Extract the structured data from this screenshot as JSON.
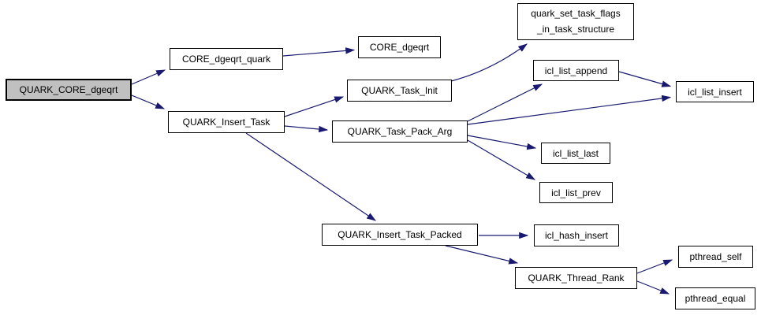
{
  "diagram": {
    "type": "call-graph",
    "background": "#ffffff",
    "colors": {
      "edge": "#191970",
      "node_border": "#000000",
      "node_fill": "#ffffff",
      "root_fill": "#c0c0c0",
      "text": "#000000"
    },
    "nodes": [
      {
        "id": "QUARK_CORE_dgeqrt",
        "label": "QUARK_CORE_dgeqrt",
        "root": true
      },
      {
        "id": "CORE_dgeqrt_quark",
        "label": "CORE_dgeqrt_quark",
        "root": false
      },
      {
        "id": "QUARK_Insert_Task",
        "label": "QUARK_Insert_Task",
        "root": false
      },
      {
        "id": "CORE_dgeqrt",
        "label": "CORE_dgeqrt",
        "root": false
      },
      {
        "id": "QUARK_Task_Init",
        "label": "QUARK_Task_Init",
        "root": false
      },
      {
        "id": "QUARK_Task_Pack_Arg",
        "label": "QUARK_Task_Pack_Arg",
        "root": false
      },
      {
        "id": "quark_set_task_flags_in_task_structure",
        "label": "quark_set_task_flags\n_in_task_structure",
        "root": false
      },
      {
        "id": "icl_list_append",
        "label": "icl_list_append",
        "root": false
      },
      {
        "id": "icl_list_insert",
        "label": "icl_list_insert",
        "root": false
      },
      {
        "id": "icl_list_last",
        "label": "icl_list_last",
        "root": false
      },
      {
        "id": "icl_list_prev",
        "label": "icl_list_prev",
        "root": false
      },
      {
        "id": "QUARK_Insert_Task_Packed",
        "label": "QUARK_Insert_Task_Packed",
        "root": false
      },
      {
        "id": "icl_hash_insert",
        "label": "icl_hash_insert",
        "root": false
      },
      {
        "id": "QUARK_Thread_Rank",
        "label": "QUARK_Thread_Rank",
        "root": false
      },
      {
        "id": "pthread_self",
        "label": "pthread_self",
        "root": false
      },
      {
        "id": "pthread_equal",
        "label": "pthread_equal",
        "root": false
      }
    ],
    "edges": [
      {
        "from": "QUARK_CORE_dgeqrt",
        "to": "CORE_dgeqrt_quark"
      },
      {
        "from": "QUARK_CORE_dgeqrt",
        "to": "QUARK_Insert_Task"
      },
      {
        "from": "CORE_dgeqrt_quark",
        "to": "CORE_dgeqrt"
      },
      {
        "from": "QUARK_Insert_Task",
        "to": "QUARK_Task_Init"
      },
      {
        "from": "QUARK_Insert_Task",
        "to": "QUARK_Task_Pack_Arg"
      },
      {
        "from": "QUARK_Insert_Task",
        "to": "QUARK_Insert_Task_Packed"
      },
      {
        "from": "QUARK_Task_Init",
        "to": "quark_set_task_flags_in_task_structure"
      },
      {
        "from": "QUARK_Task_Pack_Arg",
        "to": "icl_list_append"
      },
      {
        "from": "QUARK_Task_Pack_Arg",
        "to": "icl_list_insert"
      },
      {
        "from": "QUARK_Task_Pack_Arg",
        "to": "icl_list_last"
      },
      {
        "from": "QUARK_Task_Pack_Arg",
        "to": "icl_list_prev"
      },
      {
        "from": "icl_list_append",
        "to": "icl_list_insert"
      },
      {
        "from": "QUARK_Insert_Task_Packed",
        "to": "icl_hash_insert"
      },
      {
        "from": "QUARK_Insert_Task_Packed",
        "to": "QUARK_Thread_Rank"
      },
      {
        "from": "QUARK_Thread_Rank",
        "to": "pthread_self"
      },
      {
        "from": "QUARK_Thread_Rank",
        "to": "pthread_equal"
      }
    ]
  }
}
